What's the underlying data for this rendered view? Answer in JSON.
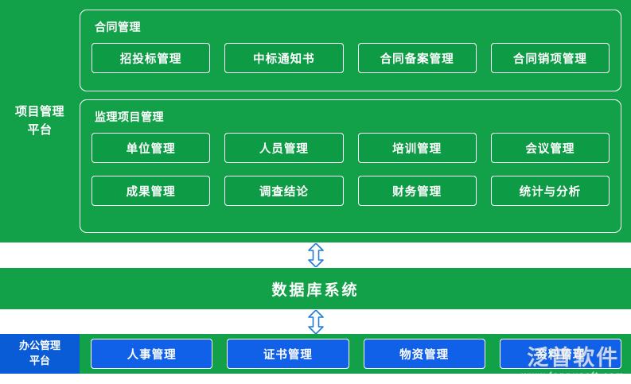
{
  "diagram": {
    "project_platform": {
      "label": "项目管理\n平台",
      "groups": [
        {
          "title": "合同管理",
          "rows": [
            [
              "招投标管理",
              "中标通知书",
              "合同备案管理",
              "合同销项管理"
            ]
          ]
        },
        {
          "title": "监理项目管理",
          "rows": [
            [
              "单位管理",
              "人员管理",
              "培训管理",
              "会议管理"
            ],
            [
              "成果管理",
              "调查结论",
              "财务管理",
              "统计与分析"
            ]
          ]
        }
      ]
    },
    "database_bar": {
      "label": "数据库系统"
    },
    "office_platform": {
      "label": "办公管理\n平台",
      "buttons": [
        "人事管理",
        "证书管理",
        "物资管理",
        "资料管理"
      ]
    },
    "connectors": [
      {
        "name": "arrow-platform-to-database",
        "icon": "double-arrow-vertical-icon"
      },
      {
        "name": "arrow-database-to-office",
        "icon": "double-arrow-vertical-icon"
      }
    ],
    "watermark": {
      "main": "泛普软件",
      "sub_line1": "www.fanpusoft.com"
    },
    "colors": {
      "green": "#12a049",
      "green_button": "#0d9b45",
      "blue": "#1060e8",
      "blue_label": "#0a5cd6",
      "arrow": "#1e7bd8"
    }
  }
}
